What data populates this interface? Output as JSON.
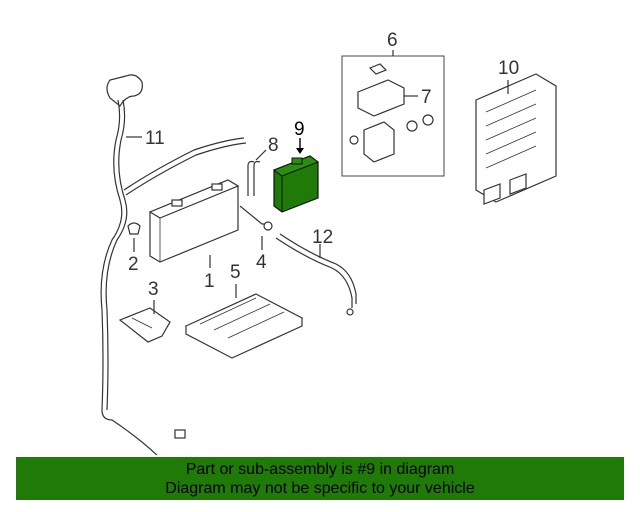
{
  "callouts": {
    "c1": "1",
    "c2": "2",
    "c3": "3",
    "c4": "4",
    "c5": "5",
    "c6": "6",
    "c7": "7",
    "c8": "8",
    "c9": "9",
    "c10": "10",
    "c11": "11",
    "c12": "12"
  },
  "highlight_part": "9",
  "highlight_color": "#1f7a08",
  "banner": {
    "line1": "Part or sub-assembly is #9 in diagram",
    "line2": "Diagram may not be specific to your vehicle"
  }
}
